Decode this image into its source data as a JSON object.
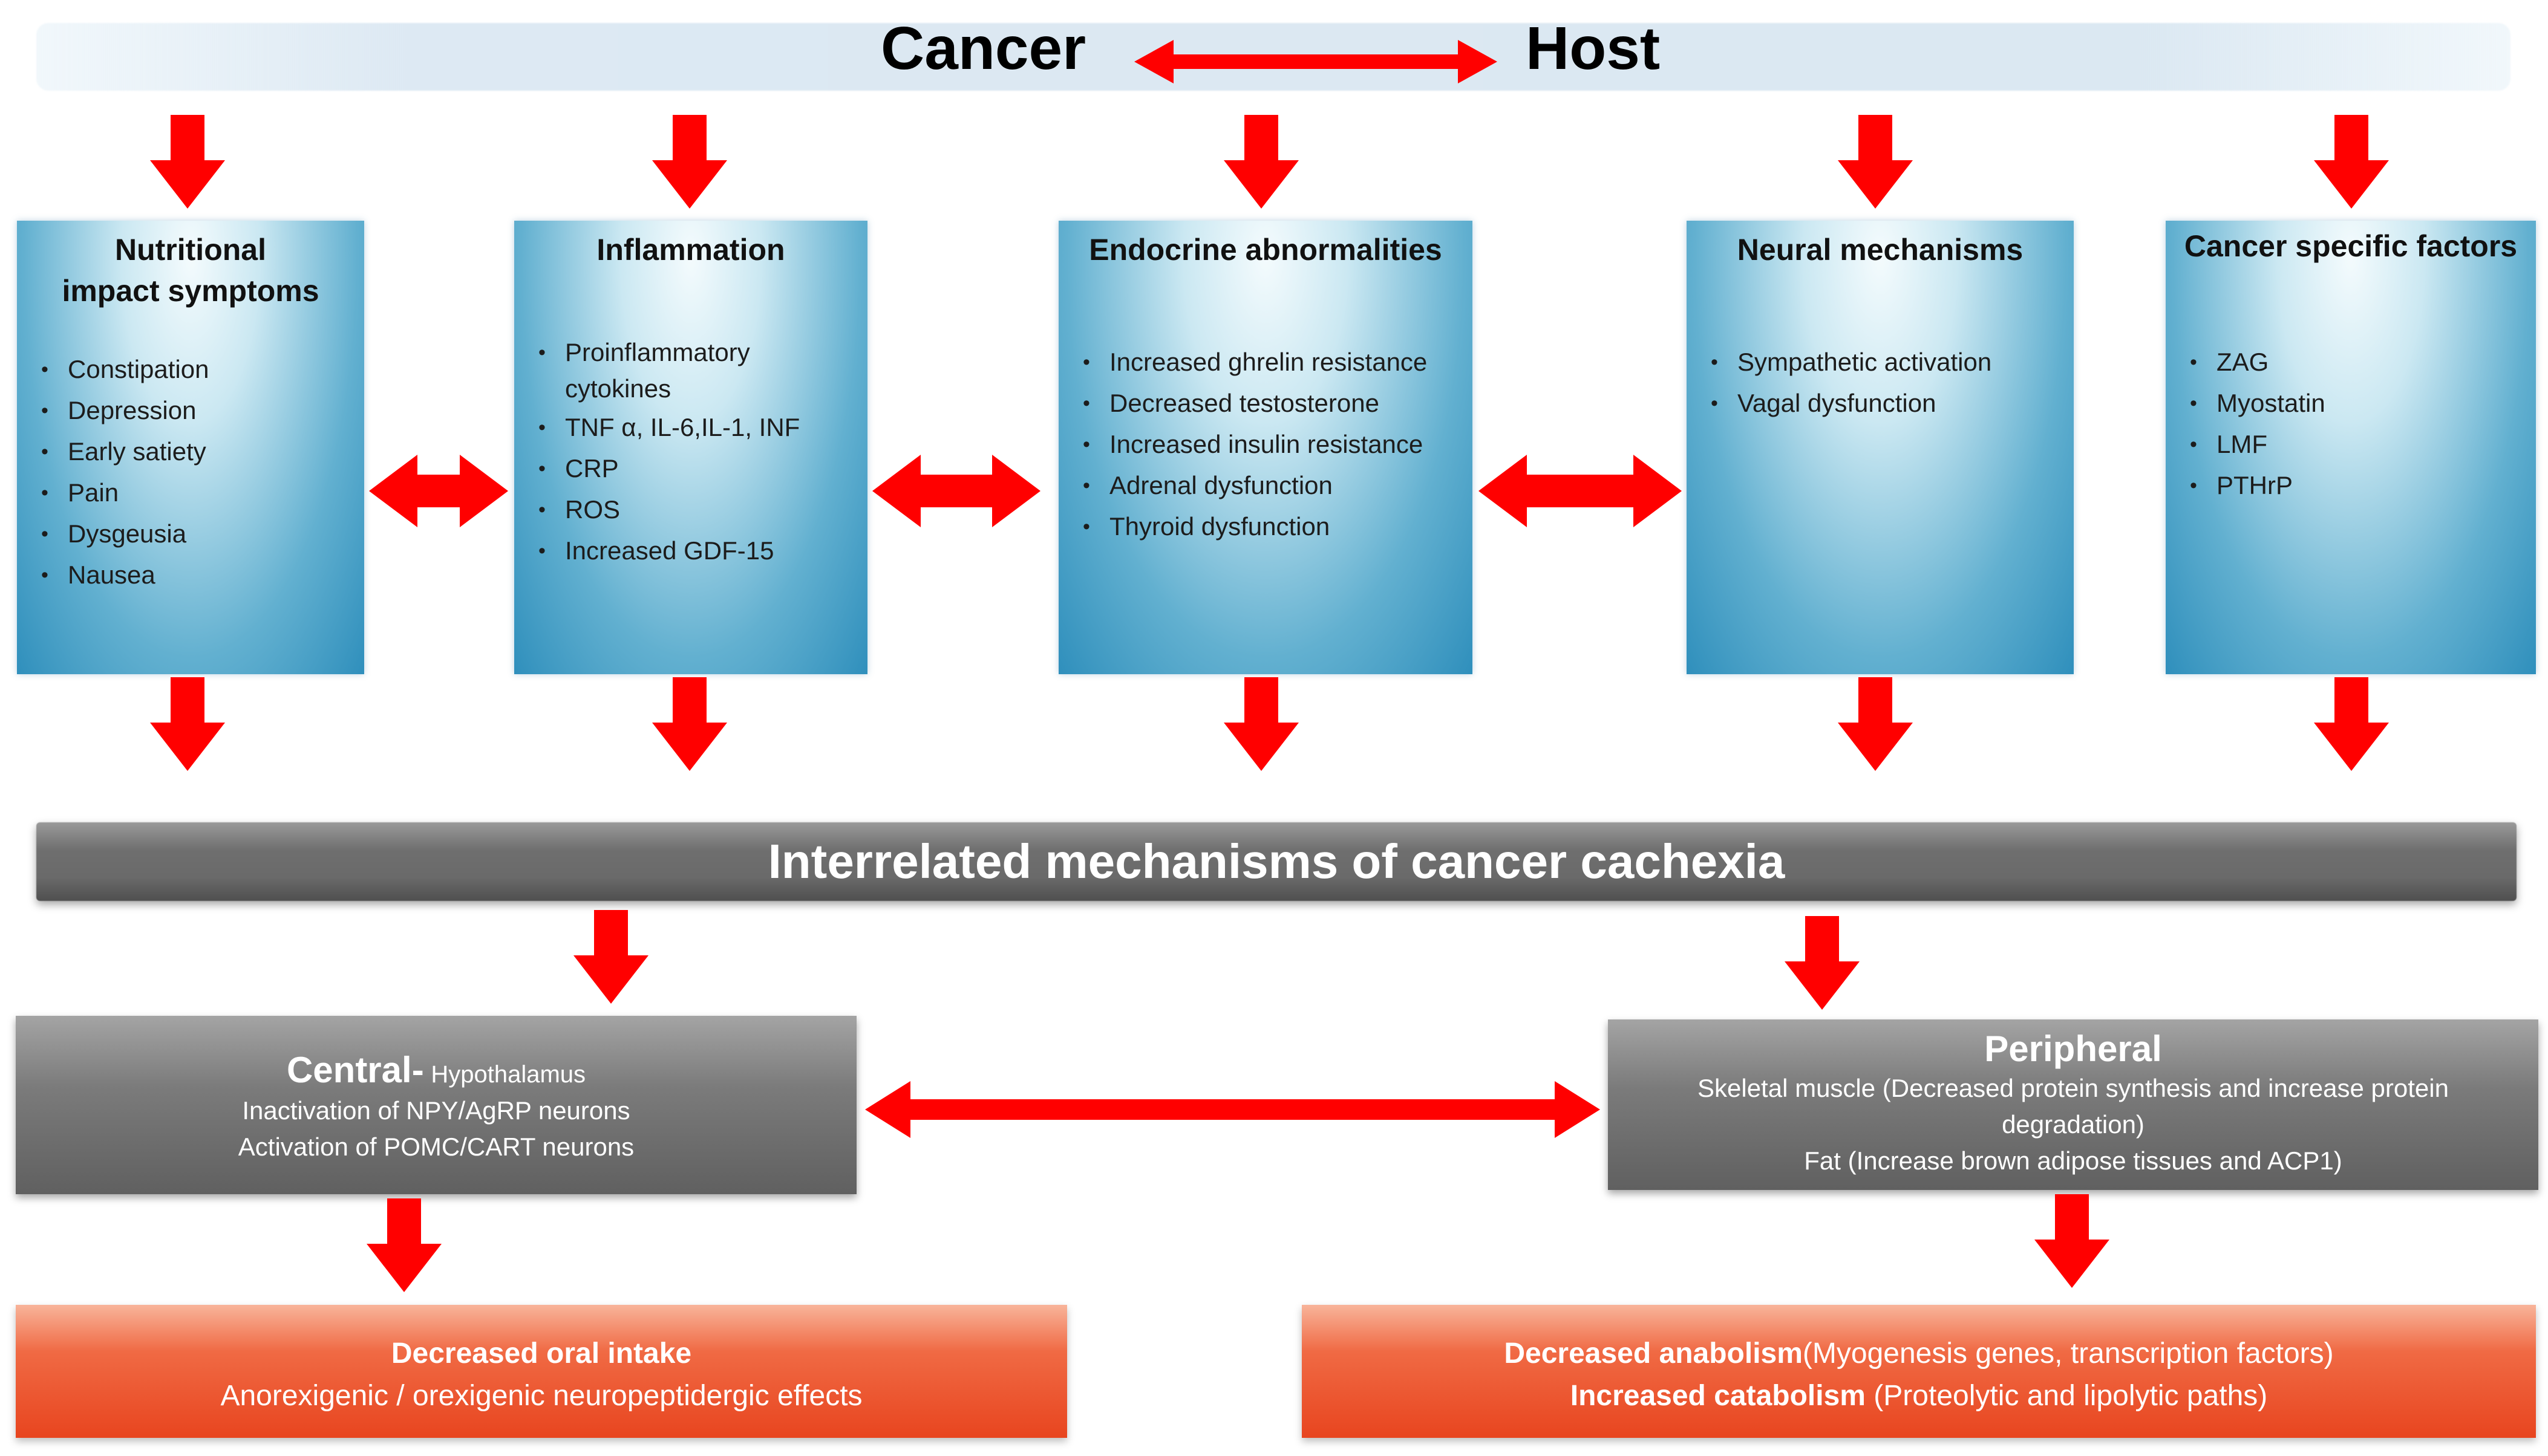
{
  "header": {
    "left": "Cancer",
    "right": "Host"
  },
  "mechanisms": [
    {
      "title_line1": "Nutritional",
      "title_line2": "impact symptoms",
      "items": [
        "Constipation",
        "Depression",
        "Early satiety",
        "Pain",
        "Dysgeusia",
        "Nausea"
      ]
    },
    {
      "title": "Inflammation",
      "item0_line1": "Proinflammatory",
      "item0_line2": "cytokines",
      "items": [
        "TNF α, IL-6,IL-1, INF",
        "CRP",
        "ROS",
        "Increased GDF-15"
      ]
    },
    {
      "title": "Endocrine abnormalities",
      "items": [
        "Increased ghrelin resistance",
        "Decreased testosterone",
        "Increased insulin resistance",
        "Adrenal dysfunction",
        "Thyroid dysfunction"
      ]
    },
    {
      "title": "Neural mechanisms",
      "items": [
        "Sympathetic activation",
        "Vagal dysfunction"
      ]
    },
    {
      "title": "Cancer specific factors",
      "items": [
        "ZAG",
        "Myostatin",
        "LMF",
        "PTHrP"
      ]
    }
  ],
  "center": {
    "label": "Interrelated mechanisms of cancer cachexia"
  },
  "central": {
    "heading": "Central-",
    "sub": "Hypothalamus",
    "line1": "Inactivation of NPY/AgRP neurons",
    "line2": "Activation of POMC/CART neurons"
  },
  "peripheral": {
    "heading": "Peripheral",
    "line1": "Skeletal muscle (Decreased protein synthesis and increase protein",
    "line2": "degradation)",
    "line3": "Fat (Increase brown adipose tissues  and ACP1)"
  },
  "outcome_left": {
    "bold": "Decreased oral intake",
    "line2": "Anorexigenic / orexigenic neuropeptidergic effects"
  },
  "outcome_right": {
    "bold1": "Decreased anabolism",
    "rest1": "(Myogenesis genes, transcription factors)",
    "bold2": "Increased catabolism",
    "rest2": " (Proteolytic and lipolytic paths)"
  },
  "colors": {
    "arrow": "#ff0000",
    "blue_box": "#4aa3cc",
    "gray_box": "#707070",
    "orange_box": "#ee5330"
  }
}
